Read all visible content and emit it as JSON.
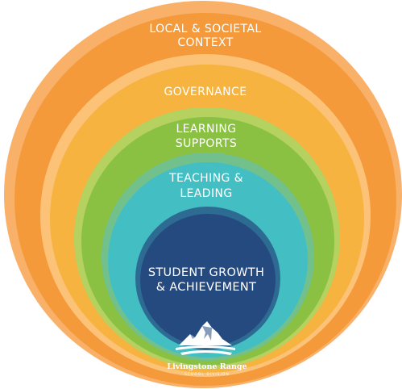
{
  "colors": {
    "context_outer": "#f9b069",
    "context_inner": "#f59a3b",
    "governance_outer": "#fcc277",
    "governance_inner": "#f6b33f",
    "supports_outer": "#b5d160",
    "supports_inner": "#8ac143",
    "teaching_outer": "#72c08c",
    "teaching_inner": "#43bfc4",
    "student_outer": "#2d6b93",
    "student_inner": "#244a80"
  },
  "layers": {
    "context": {
      "line1": "LOCAL & SOCIETAL",
      "line2": "CONTEXT"
    },
    "governance": {
      "line1": "GOVERNANCE"
    },
    "supports": {
      "line1": "LEARNING",
      "line2": "SUPPORTS"
    },
    "teaching": {
      "line1": "TEACHING &",
      "line2": "LEADING"
    },
    "student": {
      "line1": "STUDENT GROWTH",
      "line2": "& ACHIEVEMENT"
    }
  },
  "logo": {
    "icon": "mountain-icon",
    "name": "Livingstone Range",
    "subtitle": "SCHOOL DIVISION"
  }
}
